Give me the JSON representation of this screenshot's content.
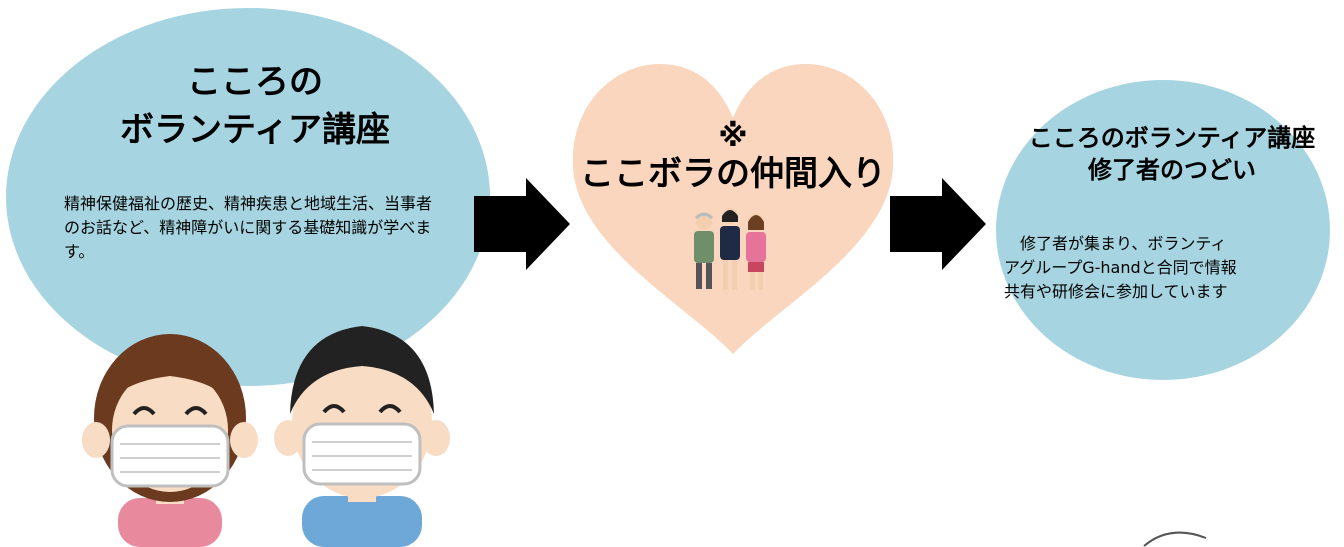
{
  "colors": {
    "ellipse": "#a6d5e1",
    "heart": "#f9d6bd",
    "arrow": "#000000",
    "text": "#000000"
  },
  "left": {
    "title_line1": "こころの",
    "title_line2": "ボランティア講座",
    "description": "精神保健福祉の歴史、精神疾患と地域生活、当事者のお話など、精神障がいに関する基礎知識が学べます。"
  },
  "middle": {
    "mark": "※",
    "text": "ここボラの仲間入り"
  },
  "right": {
    "title_line1": "こころのボランティア講座",
    "title_line2": "修了者のつどい",
    "desc_line1": "　修了者が集まり、ボランティ",
    "desc_line2": "アグループG-handと合同で情報",
    "desc_line3": "共有や研修会に参加しています"
  },
  "icons": {
    "arrow_1": "right-arrow-icon",
    "arrow_2": "right-arrow-icon",
    "people": "three-people-illustration",
    "children": "masked-children-illustration"
  }
}
